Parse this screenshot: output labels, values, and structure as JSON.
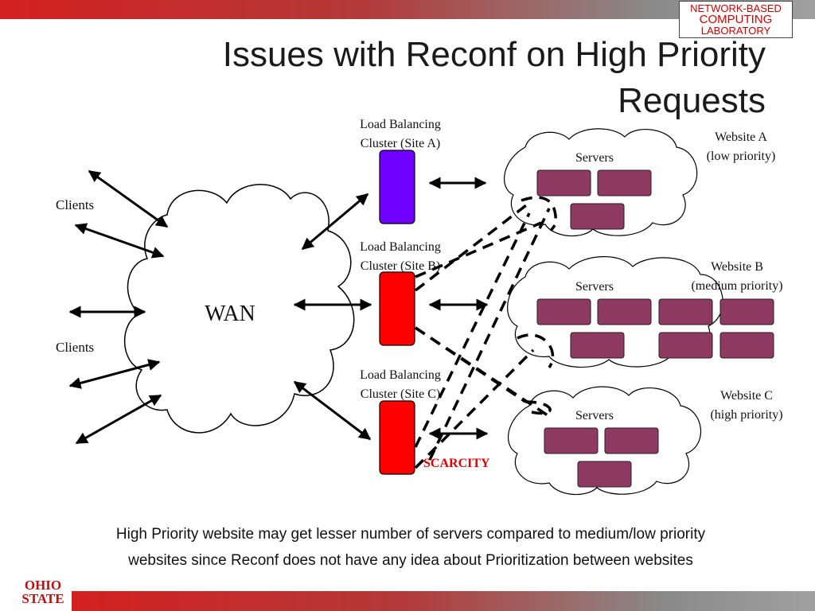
{
  "header": {
    "lab_logo": {
      "line1": "NETWORK-BASED",
      "line2": "COMPUTING",
      "line3": "LABORATORY"
    },
    "title_line1": "Issues with Reconf on High Priority",
    "title_line2": "Requests"
  },
  "diagram": {
    "wan_label": "WAN",
    "clients_top": "Clients",
    "clients_bottom": "Clients",
    "clusters": [
      {
        "label_line1": "Load Balancing",
        "label_line2": "Cluster (Site A)",
        "color": "#7000ff"
      },
      {
        "label_line1": "Load Balancing",
        "label_line2": "Cluster (Site B)",
        "color": "#ff0000"
      },
      {
        "label_line1": "Load Balancing",
        "label_line2": "Cluster (Site C)",
        "color": "#ff0000"
      }
    ],
    "websites": [
      {
        "name": "Website A",
        "priority": "(low priority)",
        "servers_label": "Servers"
      },
      {
        "name": "Website B",
        "priority": "(medium priority)",
        "servers_label": "Servers"
      },
      {
        "name": "Website C",
        "priority": "(high priority)",
        "servers_label": "Servers"
      }
    ],
    "scarcity_label": "SCARCITY",
    "colors": {
      "server": "#8e3a62",
      "scarcity": "#dd0000"
    }
  },
  "caption": {
    "line1": "High Priority website may get lesser number of servers compared to medium/low priority",
    "line2": "websites since Reconf does not have any idea about Prioritization between websites"
  },
  "footer": {
    "osu_logo_line1": "OHIO",
    "osu_logo_line2": "STATE"
  }
}
